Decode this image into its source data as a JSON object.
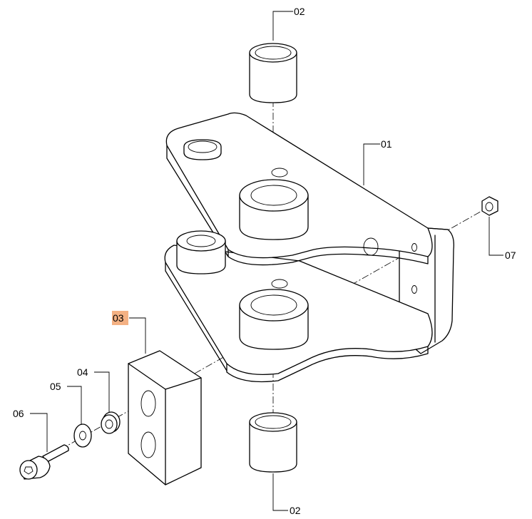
{
  "callouts": {
    "c01": "01",
    "c02_top": "02",
    "c02_bottom": "02",
    "c03": "03",
    "c04": "04",
    "c05": "05",
    "c06": "06",
    "c07": "07"
  },
  "highlight_color": "#f4b183"
}
